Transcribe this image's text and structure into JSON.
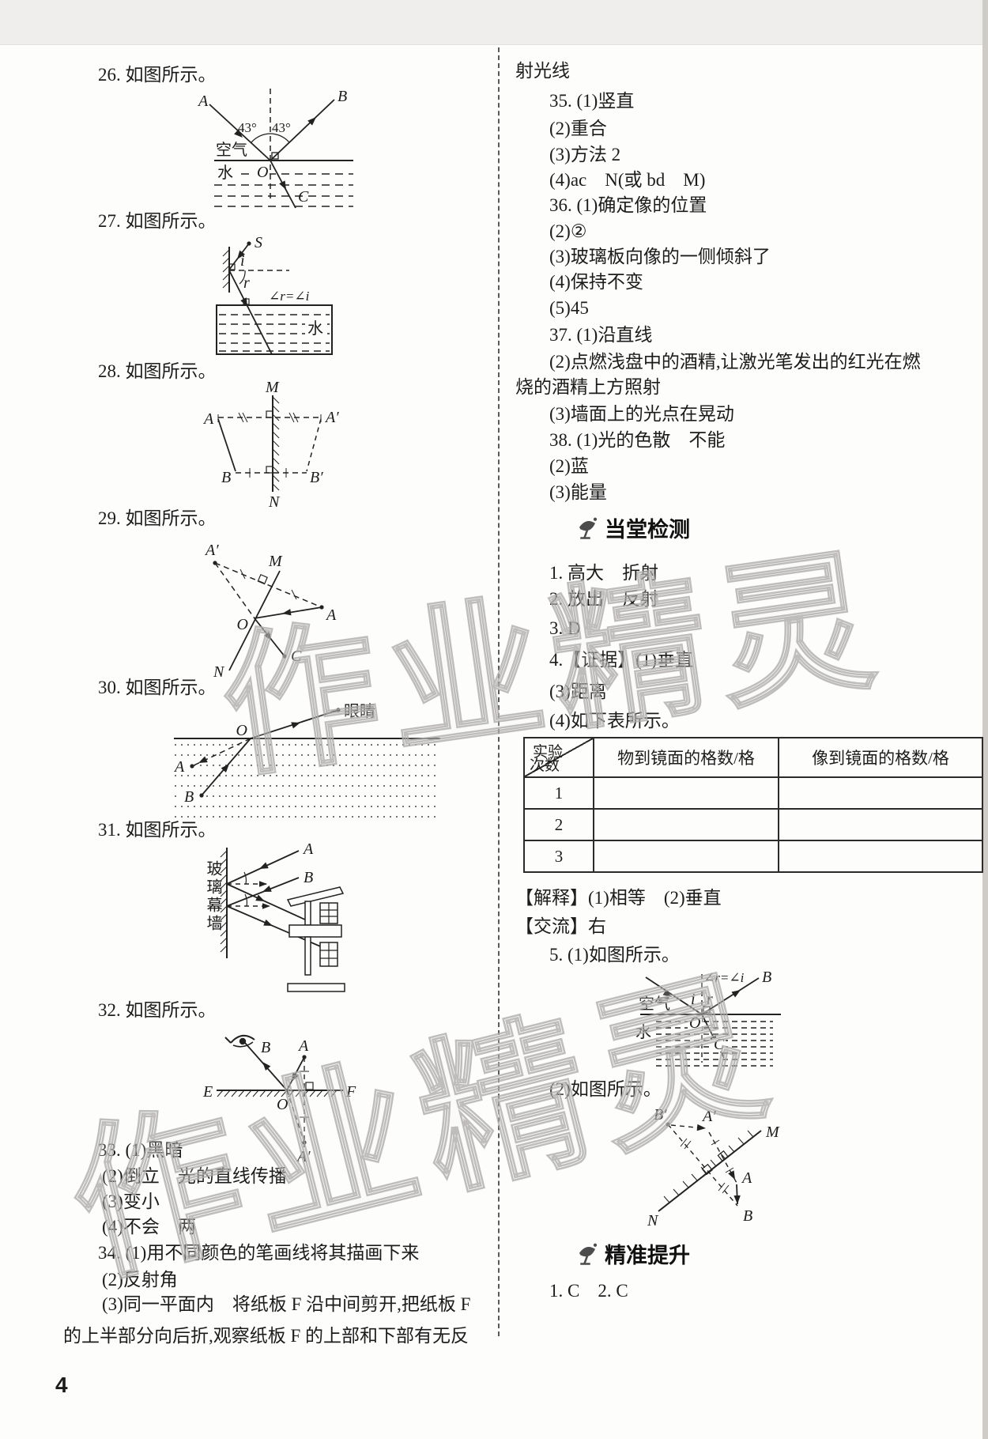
{
  "page": {
    "number": "4",
    "watermark": "作业精灵"
  },
  "icons": {
    "section_header": "satellite-dish-icon",
    "figure32": "eye-icon"
  },
  "left": {
    "q26": "26. 如图所示。",
    "q27": "27. 如图所示。",
    "q28": "28. 如图所示。",
    "q29": "29. 如图所示。",
    "q30": "30. 如图所示。",
    "q31": "31. 如图所示。",
    "q32": "32. 如图所示。",
    "a33_1": "33. (1)黑暗",
    "a33_2": "(2)倒立　光的直线传播",
    "a33_3": "(3)变小",
    "a33_4": "(4)不会　两",
    "a34_1": "34. (1)用不同颜色的笔画线将其描画下来",
    "a34_2": "(2)反射角",
    "a34_3": "(3)同一平面内　将纸板 F 沿中间剪开,把纸板 F",
    "a34_3b": "的上半部分向后折,观察纸板 F 的上部和下部有无反"
  },
  "right": {
    "carry": "射光线",
    "a35_1": "35. (1)竖直",
    "a35_2": "(2)重合",
    "a35_3": "(3)方法 2",
    "a35_4": "(4)ac　N(或 bd　M)",
    "a36_1": "36. (1)确定像的位置",
    "a36_2": "(2)②",
    "a36_3": "(3)玻璃板向像的一侧倾斜了",
    "a36_4": "(4)保持不变",
    "a36_5": "(5)45",
    "a37_1": "37. (1)沿直线",
    "a37_2": "(2)点燃浅盘中的酒精,让激光笔发出的红光在燃",
    "a37_2b": "烧的酒精上方照射",
    "a37_3": "(3)墙面上的光点在晃动",
    "a38_1": "38. (1)光的色散　不能",
    "a38_2": "(2)蓝",
    "a38_3": "(3)能量",
    "sec1": "当堂检测",
    "c1": "1. 高大　折射",
    "c2": "2. 放出　反射",
    "c3": "3. D",
    "c4": "4.【证据】(1)垂直",
    "c5": "(3)距离",
    "c6": "(4)如下表所示。",
    "table": {
      "corner_top": "实验",
      "corner_bottom": "次数",
      "col1": "物到镜面的格数/格",
      "col2": "像到镜面的格数/格",
      "rows": [
        {
          "no": "1",
          "v1": "",
          "v2": ""
        },
        {
          "no": "2",
          "v1": "",
          "v2": ""
        },
        {
          "no": "3",
          "v1": "",
          "v2": ""
        }
      ]
    },
    "c7": "【解释】(1)相等　(2)垂直",
    "c8": "【交流】右",
    "c9": "5. (1)如图所示。",
    "c10": "(2)如图所示。",
    "sec2": "精准提升",
    "p1": "1. C　2. C"
  },
  "diagrams": {
    "d26": {
      "A": "A",
      "B": "B",
      "O": "O",
      "C": "C",
      "angL": "43°",
      "angR": "43°",
      "air": "空气",
      "water": "水"
    },
    "d27": {
      "S": "S",
      "i": "i",
      "r": "r",
      "eq": "∠r=∠i",
      "water": "水"
    },
    "d28": {
      "M": "M",
      "N": "N",
      "A": "A",
      "Ap": "A′",
      "B": "B",
      "Bp": "B′"
    },
    "d29": {
      "Ap": "A′",
      "M": "M",
      "O": "O",
      "A": "A",
      "C": "C",
      "N": "N"
    },
    "d30": {
      "eye": "眼睛",
      "O": "O",
      "A": "A",
      "B": "B"
    },
    "d31": {
      "wall": "玻璃幕墙",
      "A": "A",
      "B": "B"
    },
    "d32": {
      "B": "B",
      "A": "A",
      "E": "E",
      "F": "F",
      "O": "O",
      "Ap": "A′"
    },
    "d51": {
      "eq": "∠r=∠i",
      "B": "B",
      "i": "i",
      "r": "r",
      "O": "O",
      "C": "C",
      "air": "空气",
      "water": "水"
    },
    "d52": {
      "Bp": "B′",
      "Ap": "A′",
      "M": "M",
      "N": "N",
      "A": "A",
      "B": "B"
    }
  }
}
